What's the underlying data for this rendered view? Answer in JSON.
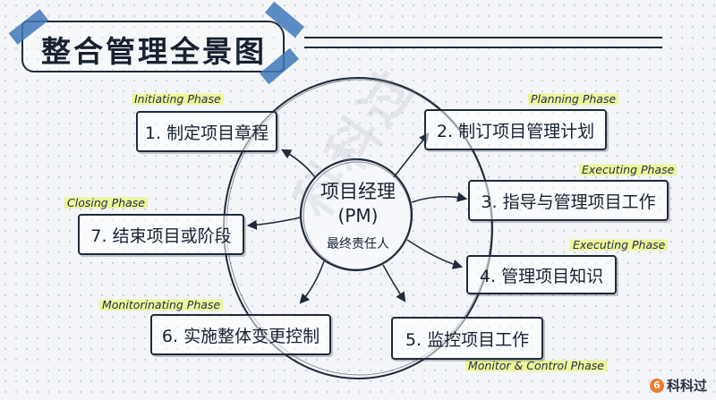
{
  "title": "整合管理全景图",
  "center": {
    "line1": "项目经理",
    "line2": "(PM)",
    "line3": "最终责任人"
  },
  "nodes": [
    {
      "label": "1. 制定项目章程",
      "phase": "Initiating Phase"
    },
    {
      "label": "2. 制订项目管理计划",
      "phase": "Planning Phase"
    },
    {
      "label": "3. 指导与管理项目工作",
      "phase": "Executing Phase"
    },
    {
      "label": "4. 管理项目知识",
      "phase": "Executing Phase"
    },
    {
      "label": "5. 监控项目工作",
      "phase": "Monitor & Control Phase"
    },
    {
      "label": "6. 实施整体变更控制",
      "phase": "Monitorinating Phase"
    },
    {
      "label": "7. 结束项目或阶段",
      "phase": "Closing Phase"
    }
  ],
  "watermark": "科科过",
  "logo": {
    "text": "科科过",
    "mark": "6"
  },
  "colors": {
    "ink": "#1f2a3a",
    "highlight": "#eef59a",
    "tape": "#3e78b8",
    "logo_accent": "#f07b2c"
  }
}
